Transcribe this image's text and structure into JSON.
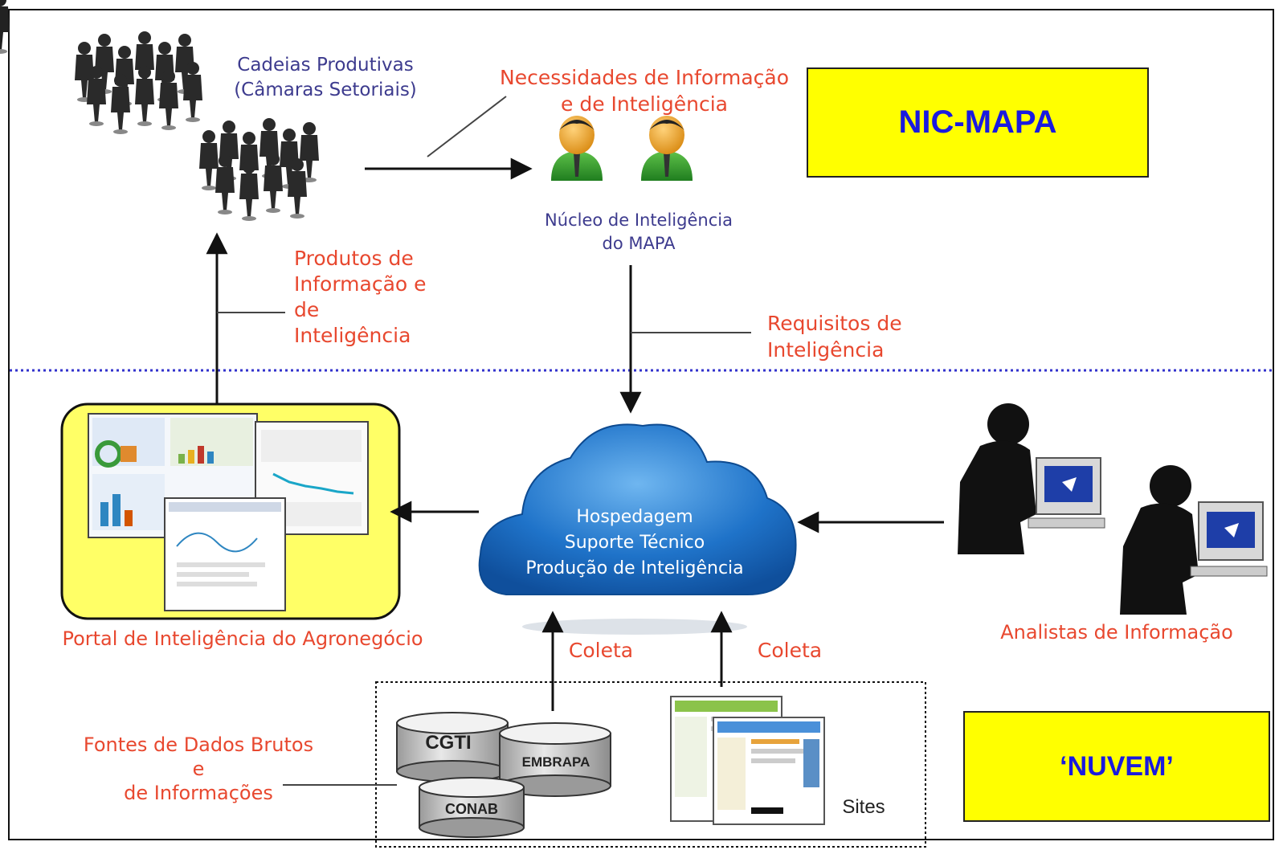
{
  "diagram": {
    "top_region": {
      "title": "NIC-MAPA",
      "cadeias_label": [
        "Cadeias Produtivas",
        "(Câmaras Setoriais)"
      ],
      "necessidades_label": [
        "Necessidades de Informação",
        "e de Inteligência"
      ],
      "nucleo_label": [
        "Núcleo de Inteligência",
        "do MAPA"
      ],
      "produtos_label": [
        "Produtos de",
        "Informação e",
        "de",
        "Inteligência"
      ],
      "requisitos_label": [
        "Requisitos de",
        "Inteligência"
      ]
    },
    "bottom_region": {
      "title": "‘NUVEM’",
      "cloud_lines": [
        "Hospedagem",
        "Suporte Técnico",
        "Produção de Inteligência"
      ],
      "portal_label": "Portal de Inteligência do Agronegócio",
      "analistas_label": "Analistas de Informação",
      "coleta_left": "Coleta",
      "coleta_right": "Coleta",
      "fontes_label": [
        "Fontes de Dados Brutos",
        "e",
        "de Informações"
      ],
      "databases": [
        "CGTI",
        "EMBRAPA",
        "CONAB"
      ],
      "sites_label": "Sites"
    },
    "colors": {
      "red_text": "#e8482f",
      "blue_text": "#3d3b8e",
      "box_fill": "#ffff00",
      "box_text": "#1a1adf",
      "divider": "#3333cc",
      "cloud": "#1f73c9"
    },
    "icons": [
      "people-group-icon",
      "person-avatar-icon",
      "cloud-icon",
      "database-icon",
      "website-screenshot-icon",
      "analyst-computer-icon",
      "dashboard-screenshot-icon"
    ]
  }
}
